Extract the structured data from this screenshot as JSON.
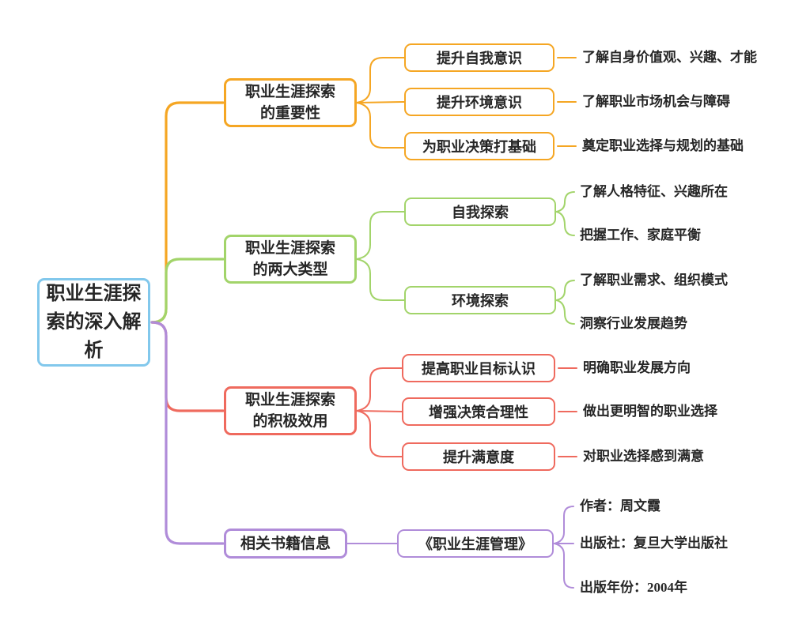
{
  "palette": {
    "root_blue": "#82C8EC",
    "orange": "#F5A623",
    "green": "#A2D46A",
    "red": "#EF6A5E",
    "purple": "#B08CD9",
    "text": "#262626"
  },
  "root": {
    "label": "职业生涯探\n索的深入解\n析"
  },
  "branches": [
    {
      "label": "职业生涯探索\n的重要性",
      "children": [
        {
          "label": "提升自我意识",
          "leaves": [
            "了解自身价值观、兴趣、才能"
          ]
        },
        {
          "label": "提升环境意识",
          "leaves": [
            "了解职业市场机会与障碍"
          ]
        },
        {
          "label": "为职业决策打基础",
          "leaves": [
            "奠定职业选择与规划的基础"
          ]
        }
      ]
    },
    {
      "label": "职业生涯探索\n的两大类型",
      "children": [
        {
          "label": "自我探索",
          "leaves": [
            "了解人格特征、兴趣所在",
            "把握工作、家庭平衡"
          ]
        },
        {
          "label": "环境探索",
          "leaves": [
            "了解职业需求、组织模式",
            "洞察行业发展趋势"
          ]
        }
      ]
    },
    {
      "label": "职业生涯探索\n的积极效用",
      "children": [
        {
          "label": "提高职业目标认识",
          "leaves": [
            "明确职业发展方向"
          ]
        },
        {
          "label": "增强决策合理性",
          "leaves": [
            "做出更明智的职业选择"
          ]
        },
        {
          "label": "提升满意度",
          "leaves": [
            "对职业选择感到满意"
          ]
        }
      ]
    },
    {
      "label": "相关书籍信息",
      "children": [
        {
          "label": "《职业生涯管理》",
          "leaves": [
            "作者：周文霞",
            "出版社：复旦大学出版社",
            "出版年份：2004年"
          ]
        }
      ]
    }
  ]
}
